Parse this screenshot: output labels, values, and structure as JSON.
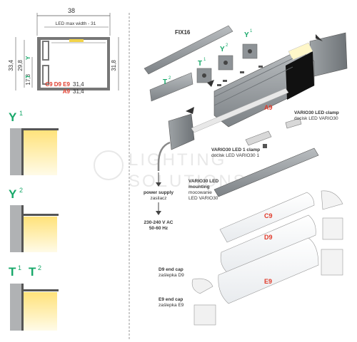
{
  "colors": {
    "accent_red": "#e03a2a",
    "mount_green": "#18a86a",
    "line_gray": "#555555",
    "profile_gray": "#8b8b8b",
    "dark_part": "#6a6f73",
    "light_yellow": "#fff1a6",
    "warm_yellow": "#ffe27a"
  },
  "drawing": {
    "width_38": "38",
    "led_max_width": "LED max width - 31",
    "height_33_4": "33,4",
    "height_31_8": "31,8",
    "dim_29_8": "29,8",
    "dim_17_8": "17,8",
    "label_T": "T",
    "label_Y": "Y",
    "variants_cde": "C9 D9 E9",
    "variant_a": "A9",
    "val_31_4_a": "31,4",
    "val_31_4_b": "31,4"
  },
  "light_variants": [
    {
      "letter": "Y",
      "sup": "1"
    },
    {
      "letter": "Y",
      "sup": "2"
    },
    {
      "letter_1": "T",
      "sup_1": "1",
      "letter_2": "T",
      "sup_2": "2"
    }
  ],
  "watermark": {
    "line1": "LIGHTING",
    "line2": "SOLUTIONS"
  },
  "exploded": {
    "fix16": "FIX16",
    "t2": "T",
    "t2_sup": "2",
    "t1": "T",
    "t1_sup": "1",
    "y2": "Y",
    "y2_sup": "2",
    "y1": "Y",
    "y1_sup": "1",
    "a9": "A9",
    "clamp_1": "VARIO30 LED clamp",
    "clamp_2": "docisk LED VARIO30",
    "clamp1_1": "VARIO30 LED 1 clamp",
    "clamp1_2": "docisk LED VARIO30 1",
    "mount_1": "VARIO30 LED",
    "mount_2": "mounting",
    "mount_3": "mocowanie",
    "mount_4": "LED VARIO30",
    "power_1": "power supply",
    "power_2": "zasilacz",
    "volt_1": "230-240 V AC",
    "volt_2": "50-60 Hz",
    "c9": "C9",
    "d9": "D9",
    "e9": "E9",
    "d9cap_1": "D9 end cap",
    "d9cap_2": "zaślepka D9",
    "e9cap_1": "E9 end cap",
    "e9cap_2": "zaślepka E9"
  }
}
